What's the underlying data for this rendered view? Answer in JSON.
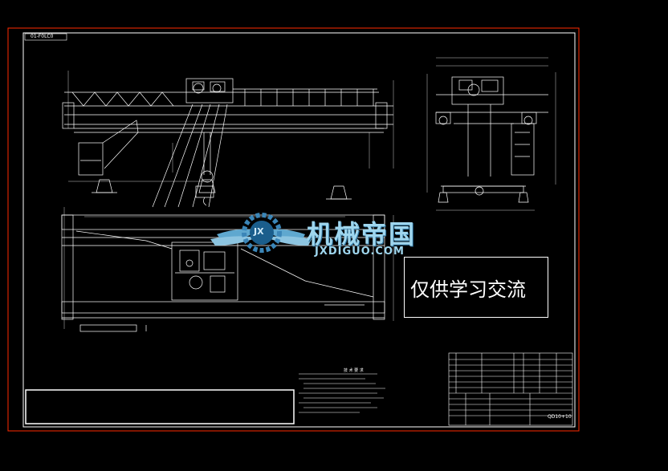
{
  "drawing": {
    "sheet_code": "01-F0LC0",
    "model_label": "QD10+10",
    "tech_notes_title": "技 术 要 求",
    "bom_rows": 8
  },
  "watermark": {
    "brand_cn": "机械帝国",
    "brand_en": "JXDIGUO.COM",
    "badge_letters": "JX"
  },
  "notice": {
    "text": "仅供学习交流"
  },
  "colors": {
    "background": "#000000",
    "linework": "#ffffff",
    "frame_border": "#ff2a00",
    "logo_blue": "#9fd6ee"
  }
}
